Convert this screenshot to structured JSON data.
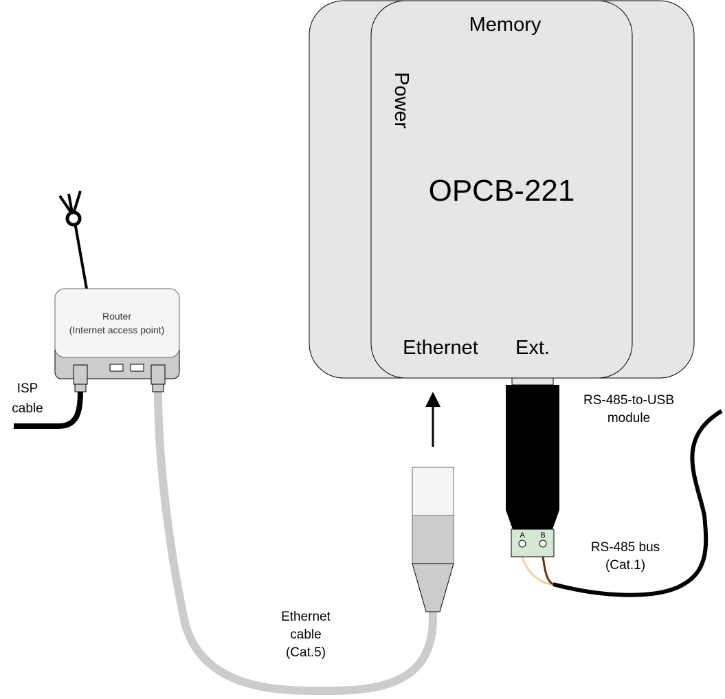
{
  "device": {
    "name": "OPCB-221",
    "memory_label": "Memory",
    "power_label": "Power",
    "ethernet_port_label": "Ethernet",
    "ext_port_label": "Ext."
  },
  "router": {
    "label_line1": "Router",
    "label_line2": "(Internet access point)"
  },
  "isp_cable": {
    "line1": "ISP",
    "line2": "cable"
  },
  "ethernet_cable": {
    "line1": "Ethernet",
    "line2": "cable",
    "line3": "(Cat.5)"
  },
  "usb_module": {
    "line1": "RS-485-to-USB",
    "line2": "module",
    "terminal_a": "A",
    "terminal_b": "B"
  },
  "rs485_bus": {
    "line1": "RS-485 bus",
    "line2": "(Cat.1)"
  },
  "colors": {
    "enclosure_fill": "#e6e6e6",
    "router_top": "#f5f5f5",
    "router_base": "#cccccc",
    "ethernet_cable": "#cccccc",
    "black_cable": "#000000",
    "terminal_block": "#d5e8d4",
    "wire_a": "#ffcc99",
    "wire_b": "#663300"
  }
}
